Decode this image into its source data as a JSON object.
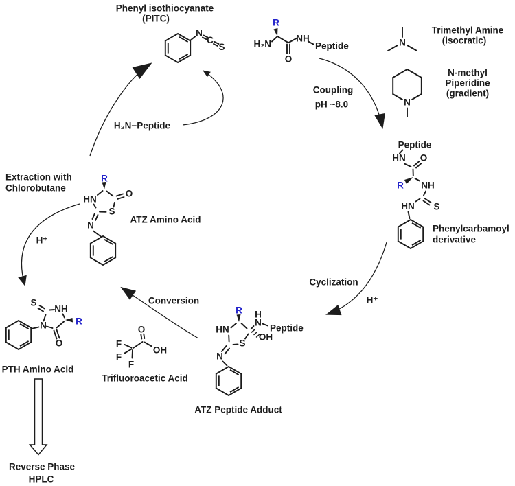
{
  "colors": {
    "ink": "#1c1c1c",
    "accent_blue": "#2323cb",
    "background": "#ffffff"
  },
  "pitc": {
    "title": "Phenyl isothiocyanate",
    "subtitle": "(PITC)",
    "n": "N",
    "c": "C",
    "s": "S"
  },
  "substrate": {
    "h2n": "H₂N",
    "r": "R",
    "o": "O",
    "nh": "NH",
    "peptide": "Peptide"
  },
  "reagents": {
    "tma_name": "Trimethyl Amine",
    "tma_mode": "(isocratic)",
    "tma_n": "N",
    "pip_name1": "N-methyl",
    "pip_name2": "Piperidine",
    "pip_mode": "(gradient)",
    "pip_n": "N"
  },
  "steps": {
    "coupling1": "Coupling",
    "coupling2": "pH ~8.0",
    "cyclization": "Cyclization",
    "cyclization_h": "H⁺",
    "conversion": "Conversion",
    "extraction1": "Extraction with",
    "extraction2": "Chlorobutane",
    "extraction_h": "H⁺",
    "recycle_peptide": "H₂N−Peptide"
  },
  "pcd": {
    "label1": "Phenylcarbamoyl",
    "label2": "derivative",
    "peptide": "Peptide",
    "hn_top": "HN",
    "o": "O",
    "r": "R",
    "nh": "NH",
    "hn_bottom": "HN",
    "s": "S"
  },
  "atz_adduct": {
    "label": "ATZ Peptide Adduct",
    "r": "R",
    "hn": "HN",
    "h": "H",
    "n": "N",
    "peptide": "Peptide",
    "oh": "OH",
    "s": "S",
    "n_exo": "N"
  },
  "tfa": {
    "label": "Trifluoroacetic Acid",
    "o": "O",
    "oh": "OH",
    "f1": "F",
    "f2": "F",
    "f3": "F"
  },
  "atz_aa": {
    "label": "ATZ Amino Acid",
    "r": "R",
    "hn": "HN",
    "o": "O",
    "s": "S",
    "n": "N"
  },
  "pth": {
    "label": "PTH Amino Acid",
    "s": "S",
    "nh": "NH",
    "r": "R",
    "o": "O",
    "n": "N"
  },
  "hplc": {
    "label1": "Reverse Phase",
    "label2": "HPLC"
  }
}
